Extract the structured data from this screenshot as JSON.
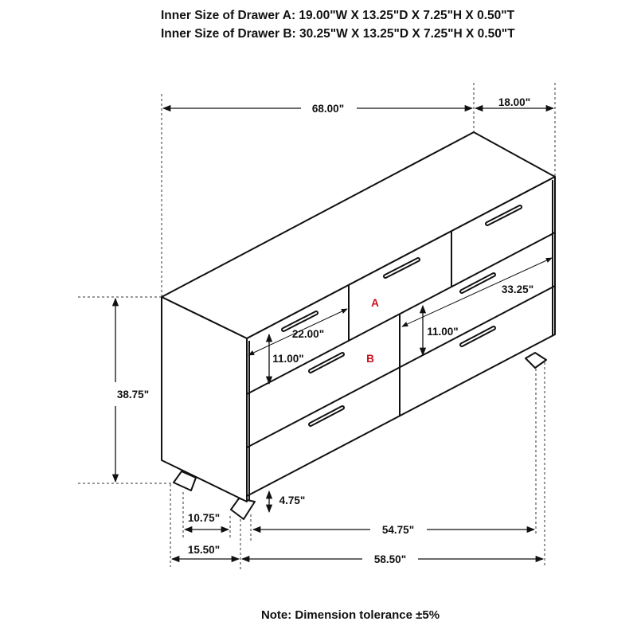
{
  "header": {
    "drawer_a": "Inner Size of Drawer A: 19.00\"W X 13.25\"D X 7.25\"H X 0.50\"T",
    "drawer_b": "Inner Size of Drawer B: 30.25\"W X 13.25\"D X 7.25\"H X 0.50\"T"
  },
  "dimensions": {
    "width": "68.00\"",
    "depth": "18.00\"",
    "height": "38.75\"",
    "drawer_a_width": "22.00\"",
    "drawer_a_height": "11.00\"",
    "drawer_b_width": "33.25\"",
    "drawer_b_height": "11.00\"",
    "leg_height": "4.75\"",
    "side_leg_inner": "10.75\"",
    "front_leg_inner": "54.75\"",
    "side_leg_outer": "15.50\"",
    "front_leg_outer": "58.50\""
  },
  "labels": {
    "a": "A",
    "b": "B"
  },
  "colors": {
    "label_red": "#c8101a"
  },
  "note": "Note: Dimension tolerance ±5%"
}
